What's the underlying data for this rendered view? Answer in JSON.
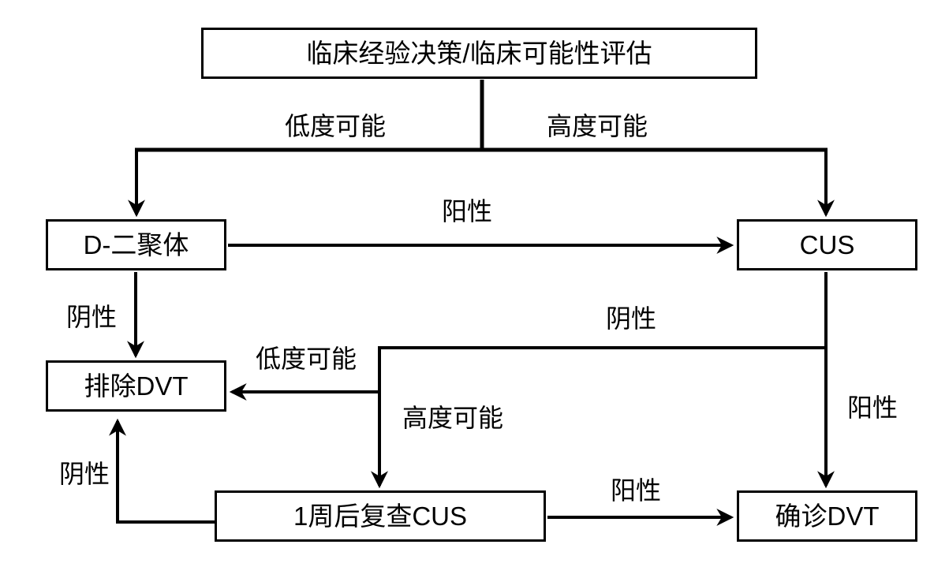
{
  "diagram": {
    "type": "flowchart",
    "topic": "DVT diagnostic pathway",
    "colors": {
      "background": "#ffffff",
      "line": "#000000",
      "box_border": "#000000",
      "box_fill": "#ffffff",
      "text": "#000000"
    },
    "nodes": {
      "assessment": {
        "label": "临床经验决策/临床可能性评估"
      },
      "d_dimer": {
        "label": "D-二聚体"
      },
      "cus": {
        "label": "CUS"
      },
      "exclude_dvt": {
        "label": "排除DVT"
      },
      "repeat_cus": {
        "label": "1周后复查CUS"
      },
      "confirm_dvt": {
        "label": "确诊DVT"
      }
    },
    "edge_labels": {
      "assessment_to_ddimer": "低度可能",
      "assessment_to_cus": "高度可能",
      "ddimer_to_cus": "阳性",
      "ddimer_to_exclude": "阴性",
      "cus_negative_branch": "阴性",
      "cus_to_confirm": "阳性",
      "branch_to_exclude": "低度可能",
      "branch_to_repeat": "高度可能",
      "repeat_to_exclude": "阴性",
      "repeat_to_confirm": "阳性"
    }
  }
}
